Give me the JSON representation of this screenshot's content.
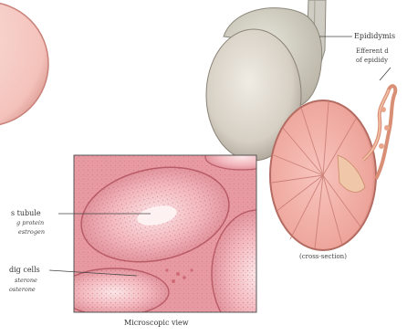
{
  "labels": {
    "epididymis": "Epididymis",
    "efferent_line1": "Efferent d",
    "efferent_line2": "of epididy",
    "tubule": "s tubule",
    "tubule_sub1": "g protein",
    "tubule_sub2": "estrogen",
    "leydig": "dig cells",
    "leydig_sub1": "sterone",
    "leydig_sub2": "osterone",
    "cross_section": "(cross-section)",
    "microscopic": "Microscopic view"
  },
  "colors": {
    "tissue_pink": "#e89aa3",
    "tubule_pink": "#f2b8bd",
    "testis_gray": "#d8d2c8",
    "skin_pink": "#f6c9c4",
    "line": "#444444"
  }
}
